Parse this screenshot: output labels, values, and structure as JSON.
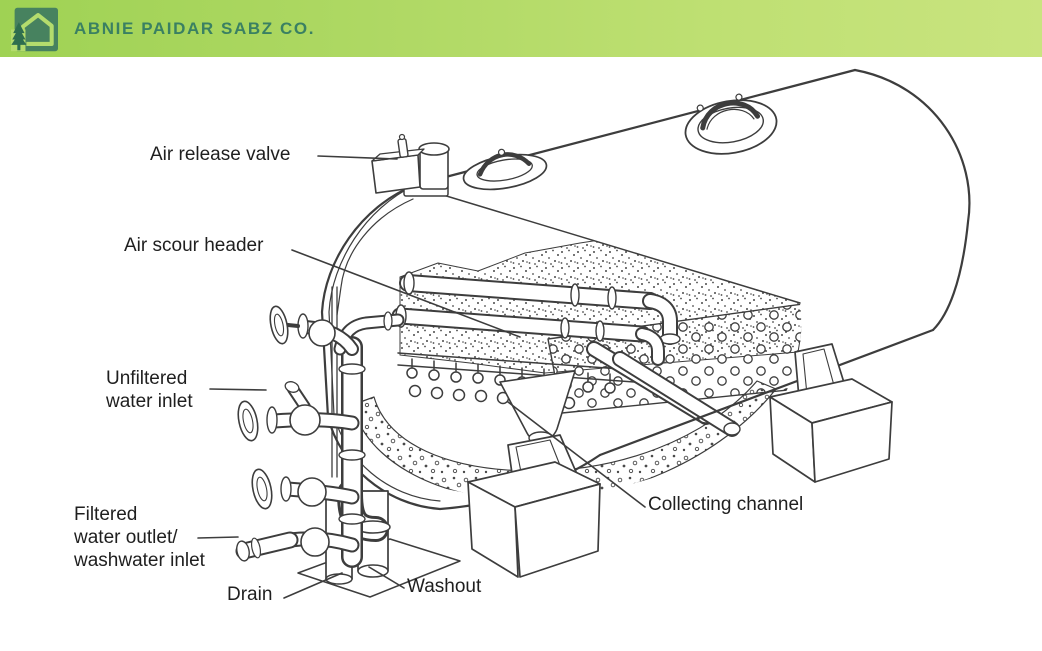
{
  "header": {
    "company_name": "ABNIE PAIDAR SABZ CO.",
    "logo": "house-with-pine-tree",
    "colors": {
      "bar_gradient_start": "#9fd254",
      "bar_gradient_end": "#c9e47f",
      "logo_square": "#47825f",
      "brand_text": "#3a8062"
    }
  },
  "diagram": {
    "subject": "horizontal pressure sand filter vessel cutaway",
    "line_color": "#3d3d3d",
    "labels": {
      "air_release_valve": "Air release valve",
      "air_scour_header": "Air scour header",
      "unfiltered_water_inlet": "Unfiltered\nwater inlet",
      "filtered_water_outlet": "Filtered\nwater outlet/\nwashwater inlet",
      "drain": "Drain",
      "washout": "Washout",
      "collecting_channel": "Collecting channel"
    }
  }
}
